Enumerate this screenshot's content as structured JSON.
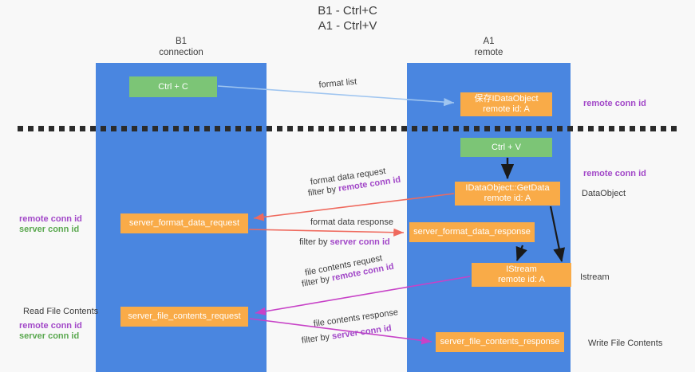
{
  "diagram": {
    "title_line1": "B1 - Ctrl+C",
    "title_line2": "A1 - Ctrl+V",
    "lanes": [
      {
        "id": "b1",
        "name": "B1",
        "role": "connection",
        "color": "#4a86e0"
      },
      {
        "id": "a1",
        "name": "A1",
        "role": "remote",
        "color": "#4a86e0"
      }
    ],
    "colors": {
      "lane": "#4a86e0",
      "green_node": "#7cc576",
      "orange_node": "#f9ab48",
      "remote_conn_id": "#a248c8",
      "server_conn_id": "#5aa84f",
      "format_arrow": "#9fc5f0",
      "data_arrow": "#ef6a5e",
      "file_arrow": "#c742c7",
      "black_arrow": "#1a1a1a",
      "dash_line": "#2b2b2b",
      "background": "#f8f8f8"
    },
    "nodes": [
      {
        "id": "ctrl_c",
        "label": "Ctrl + C",
        "sub": "",
        "style": "green",
        "lane": "b1"
      },
      {
        "id": "save_idataobject",
        "label": "保存IDataObject",
        "sub": "remote id: A",
        "style": "orange",
        "lane": "a1"
      },
      {
        "id": "ctrl_v",
        "label": "Ctrl + V",
        "sub": "",
        "style": "green",
        "lane": "a1"
      },
      {
        "id": "idataobject_getdata",
        "label": "IDataObject::GetData",
        "sub": "remote id: A",
        "style": "orange",
        "lane": "a1"
      },
      {
        "id": "server_format_data_request",
        "label": "server_format_data_request",
        "sub": "",
        "style": "orange",
        "lane": "b1"
      },
      {
        "id": "server_format_data_response",
        "label": "server_format_data_response",
        "sub": "",
        "style": "orange",
        "lane": "a1"
      },
      {
        "id": "istream",
        "label": "IStream",
        "sub": "remote id: A",
        "style": "orange",
        "lane": "a1"
      },
      {
        "id": "server_file_contents_request",
        "label": "server_file_contents_request",
        "sub": "",
        "style": "orange",
        "lane": "b1"
      },
      {
        "id": "server_file_contents_response",
        "label": "server_file_contents_response",
        "sub": "",
        "style": "orange",
        "lane": "a1"
      }
    ],
    "edge_labels": {
      "format_list": "format list",
      "format_data_request": "format data request",
      "filter_by": "filter by",
      "remote_conn_id": "remote conn id",
      "server_conn_id": "server conn id",
      "format_data_response": "format data response",
      "file_contents_request": "file contents request",
      "file_contents_response": "file contents response"
    },
    "right_annotations": [
      {
        "id": "remote-conn-id-top",
        "text": "remote conn id",
        "style": "purple"
      },
      {
        "id": "remote-conn-id-middle",
        "text": "remote conn id",
        "style": "purple"
      },
      {
        "id": "dataobject",
        "text": "DataObject",
        "style": "plain"
      },
      {
        "id": "istream",
        "text": "Istream",
        "style": "plain"
      },
      {
        "id": "write-file-contents",
        "text": "Write File Contents",
        "style": "plain"
      }
    ],
    "left_annotations": [
      {
        "id": "remote-conn-id-upper",
        "text": "remote conn id",
        "style": "purple"
      },
      {
        "id": "server-conn-id-upper",
        "text": "server conn id",
        "style": "green"
      },
      {
        "id": "read-file-contents",
        "text": "Read File Contents",
        "style": "plain"
      },
      {
        "id": "remote-conn-id-lower",
        "text": "remote conn id",
        "style": "purple"
      },
      {
        "id": "server-conn-id-lower",
        "text": "server conn id",
        "style": "green"
      }
    ]
  }
}
